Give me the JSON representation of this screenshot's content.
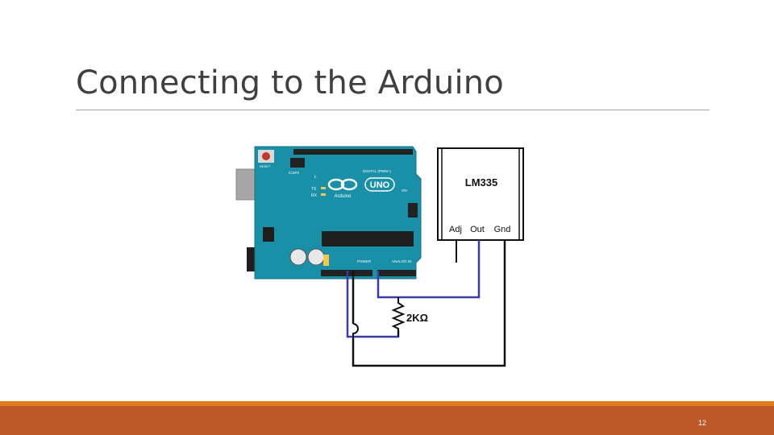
{
  "slide": {
    "title": "Connecting to the Arduino",
    "page_number": "12"
  },
  "diagram": {
    "sensor": {
      "label": "LM335",
      "pins": [
        "Adj",
        "Out",
        "Gnd"
      ]
    },
    "resistor": {
      "label": "2KΩ"
    },
    "board": {
      "brand": "Arduino",
      "model": "UNO",
      "reset_label": "RESET",
      "icsp_label": "ICSP2",
      "digital_label": "DIGITAL (PWM~)",
      "power_label": "POWER",
      "analog_label": "ANALOG IN",
      "tx_label": "TX",
      "rx_label": "RX",
      "on_label": "ON",
      "l_label": "L"
    },
    "colors": {
      "board": "#1a8fa8",
      "wire_blue": "#3a3aa8",
      "wire_black": "#111111"
    }
  }
}
